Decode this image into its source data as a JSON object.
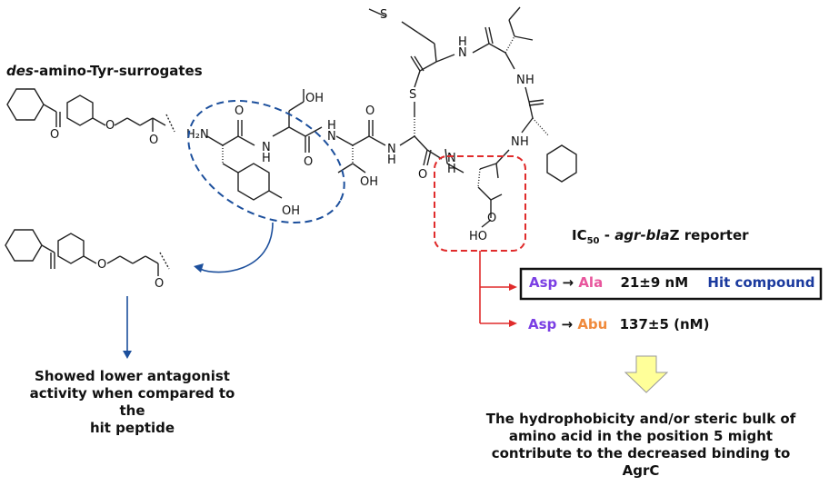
{
  "left_title": {
    "prefix": "des",
    "rest": "-amino-Tyr-surrogates"
  },
  "left_conclusion": [
    "Showed lower antagonist",
    "activity when compared to the",
    "hit peptide"
  ],
  "ic50_title": {
    "pre": "IC",
    "sub": "50",
    "mid": " - ",
    "italic": "agr-bla",
    "post": "Z reporter"
  },
  "row1": {
    "from": "Asp",
    "arrow": "→",
    "to": "Ala",
    "value": "21±9 nM",
    "note": "Hit compound"
  },
  "row2": {
    "from": "Asp",
    "arrow": "→",
    "to": "Abu",
    "value": "137±5 (nM)"
  },
  "right_conclusion": [
    "The hydrophobicity and/or steric bulk of",
    "amino acid in the position 5 might",
    "contribute to the decreased binding to",
    "AgrC"
  ],
  "atoms": {
    "sulfur_thioether": "S",
    "sulfur_ring": "S",
    "oh_serine": "OH",
    "h2n": "H₂N",
    "nh_1": "H",
    "nh_2": "H",
    "nh_3": "H",
    "nh_4": "H",
    "nh_5": "H",
    "nh_6": "H",
    "nh_7": "H",
    "n_1": "N",
    "n_2": "N",
    "n_3": "N",
    "n_4": "N",
    "n_5": "N",
    "n_6": "N",
    "n_7": "N",
    "oh_thr": "OH",
    "oh_tyr": "OH",
    "ho_asp": "HO",
    "o_1": "O",
    "o_2": "O",
    "o_3": "O",
    "o_4": "O",
    "o_5": "O",
    "o_6": "O",
    "o_7": "O",
    "o_8": "O",
    "o_9": "O",
    "o_10": "O"
  },
  "colors": {
    "purple": "#7b3fe4",
    "pink": "#e8559c",
    "orange": "#f08a3c",
    "blue": "#1b3a9e",
    "red": "#e02b2b",
    "arrow_yellow": "#ffff99",
    "dark_blue": "#1c4f9c"
  }
}
